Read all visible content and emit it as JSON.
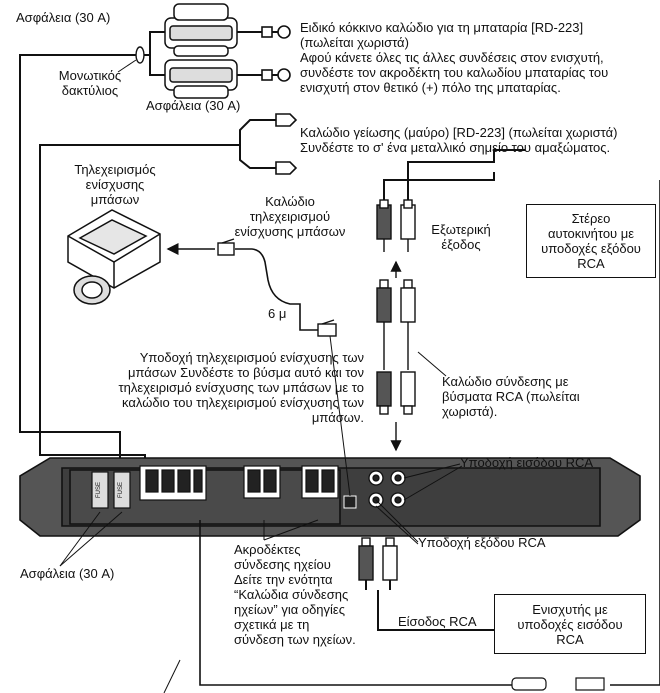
{
  "labels": {
    "fuse_top": "Ασφάλεια (30 A)",
    "insulating_ring": "Μονωτικός\nδακτύλιος",
    "fuse_middle": "Ασφάλεια (30 A)",
    "battery_cable": "Ειδικό κόκκινο καλώδιο για τη μπαταρία [RD-223]\n(πωλείται χωριστά)\nΑφού κάνετε όλες τις άλλες συνδέσεις στον ενισχυτή,\nσυνδέστε τον ακροδέκτη του καλωδίου μπαταρίας του\nενισχυτή στον θετικό (+) πόλο της μπαταρίας.",
    "ground_cable": "Καλώδιο γείωσης (μαύρο) [RD-223] (πωλείται χωριστά)\nΣυνδέστε το σ' ένα μεταλλικό σημείο του αμαξώματος.",
    "bass_remote": "Τηλεχειρισμός\nενίσχυσης\nμπάσων",
    "bass_remote_cable": "Καλώδιο\nτηλεχειρισμού\nενίσχυσης μπάσων",
    "cable_length": "6 μ",
    "external_output": "Εξωτερική\nέξοδος",
    "car_stereo": "Στέρεο\nαυτοκινήτου με\nυποδοχές εξόδου\nRCA",
    "bass_remote_jack": "Υποδοχή τηλεχειρισμού ενίσχυσης των\nμπάσων Συνδέστε το βύσμα αυτό και τον\nτηλεχειρισμό ενίσχυσης των μπάσων με το\nκαλώδιο του τηλεχειρισμού ενίσχυσης των\nμπάσων.",
    "rca_cable": "Καλώδιο σύνδεσης με\nβύσματα RCA (πωλείται\nχωριστά).",
    "rca_input_jack": "Υποδοχή εισόδου RCA",
    "rca_output_jack": "Υποδοχή εξόδου RCA",
    "speaker_terminals": "Ακροδέκτες\nσύνδεσης ηχείου\nΔείτε την ενότητα\n“Καλώδια σύνδεσης\nηχείων” για οδηγίες\nσχετικά με τη\nσύνδεση των ηχείων.",
    "fuse_bottom": "Ασφάλεια (30 A)",
    "rca_input": "Είσοδος RCA",
    "amp_with_rca": "Ενισχυτής με\nυποδοχές εισόδου\nRCA"
  },
  "amplifier": {
    "fuse_tag": "FUSE"
  }
}
